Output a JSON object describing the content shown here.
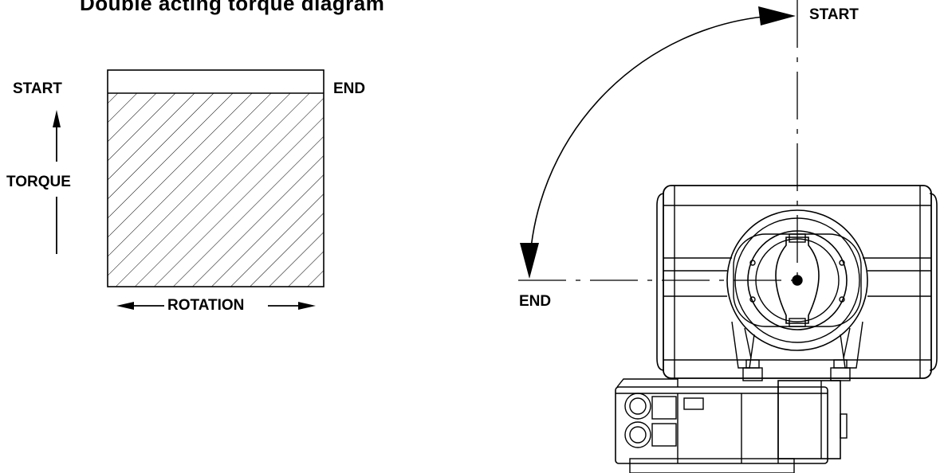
{
  "title": "Double acting torque diagram",
  "torque_diagram": {
    "start_label": "START",
    "end_label": "END",
    "torque_label": "TORQUE",
    "rotation_label": "ROTATION"
  },
  "actuator_view": {
    "start_label": "START",
    "end_label": "END",
    "rotation_degrees": 90
  }
}
